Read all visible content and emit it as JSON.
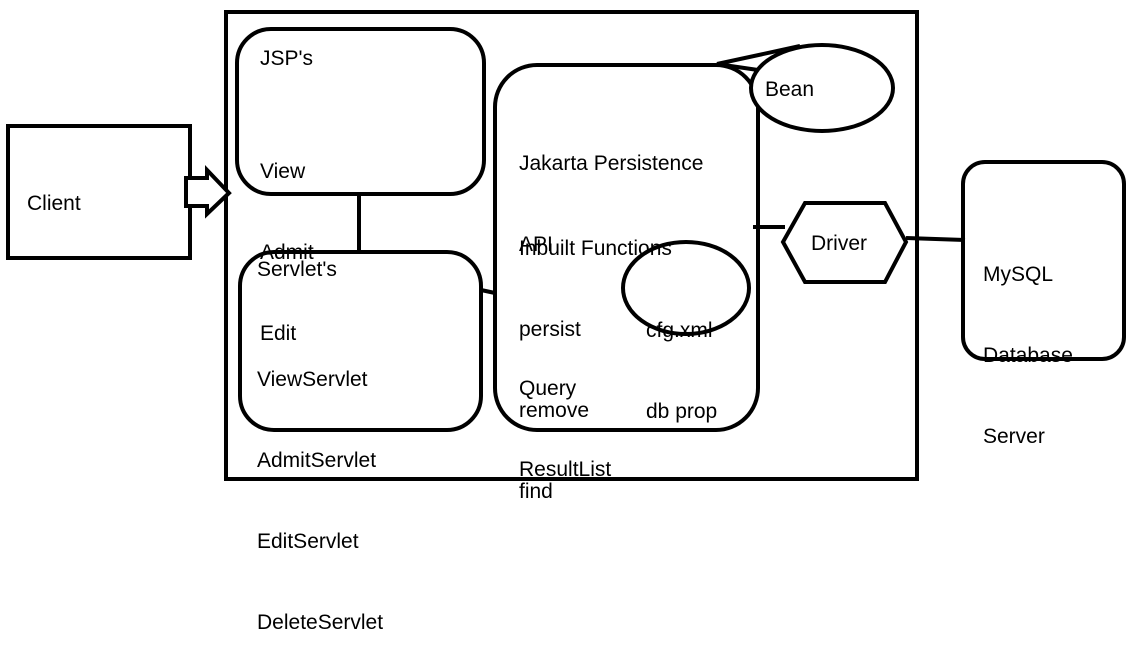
{
  "client": {
    "label": "Client"
  },
  "jsp": {
    "title": "JSP's",
    "items": [
      "View",
      "Admit",
      "Edit"
    ]
  },
  "servlet": {
    "title": "Servlet's",
    "items": [
      "ViewServlet",
      "AdmitServlet",
      "EditServlet",
      "DeleteServlet"
    ]
  },
  "jpa": {
    "title_lines": [
      "Jakarta Persistence",
      "API"
    ],
    "functions_title": "Inbuilt Functions",
    "functions": [
      "persist",
      "remove",
      "find"
    ],
    "query_lines": [
      "Query",
      "ResultList"
    ]
  },
  "bean": {
    "label": "Bean"
  },
  "config": {
    "lines": [
      "cfg.xml",
      "db prop"
    ]
  },
  "driver": {
    "label": "Driver"
  },
  "database": {
    "lines": [
      "MySQL",
      "Database",
      "Server"
    ]
  }
}
